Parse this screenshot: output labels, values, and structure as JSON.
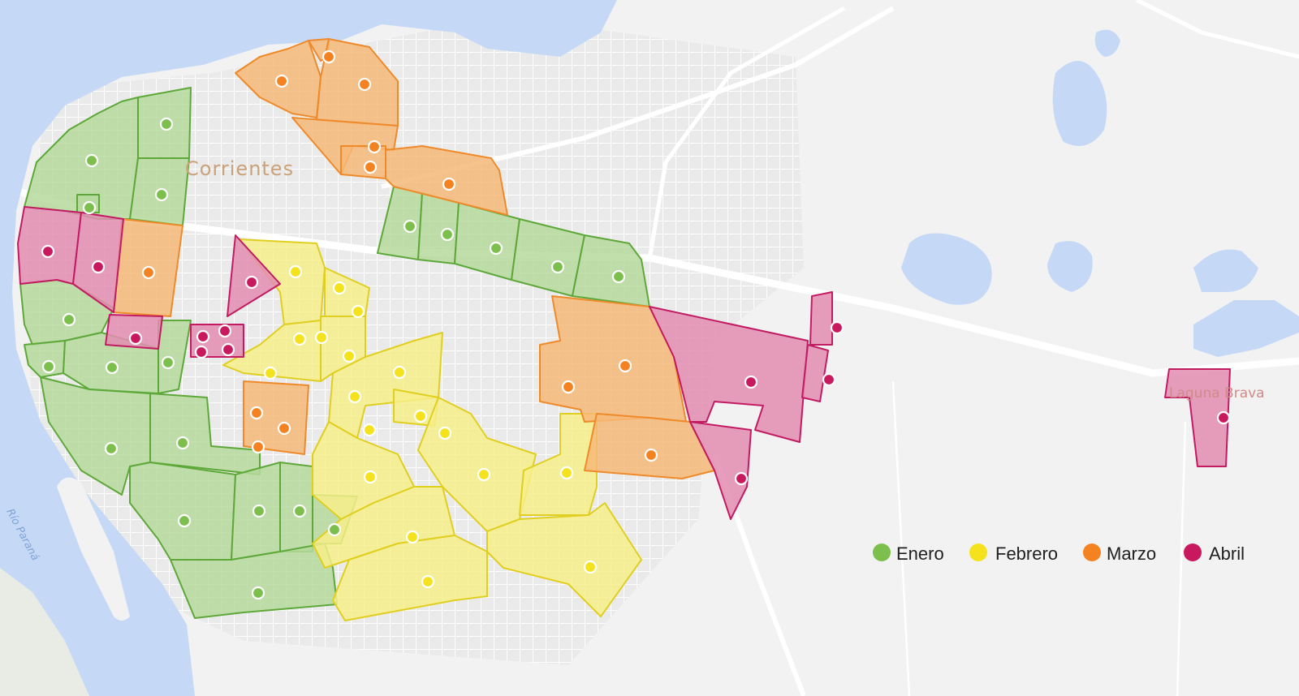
{
  "map": {
    "labels": {
      "city": "Corrientes",
      "lake": "Laguna Brava",
      "river": "Río Paraná"
    }
  },
  "legend": [
    {
      "key": "enero",
      "label": "Enero",
      "color": "#7cbf4d"
    },
    {
      "key": "febrero",
      "label": "Febrero",
      "color": "#f4e21c"
    },
    {
      "key": "marzo",
      "label": "Marzo",
      "color": "#f58220"
    },
    {
      "key": "abril",
      "label": "Abril",
      "color": "#c8185e"
    }
  ],
  "colors": {
    "enero": {
      "fill": "#b5d99c",
      "stroke": "#5ea83a",
      "dot": "#7cbf4d"
    },
    "febrero": {
      "fill": "#f7ef8a",
      "stroke": "#e0cf20",
      "dot": "#f4e21c"
    },
    "marzo": {
      "fill": "#f6b878",
      "stroke": "#ee8a2a",
      "dot": "#f58220"
    },
    "abril": {
      "fill": "#e38db2",
      "stroke": "#c21b62",
      "dot": "#c8185e"
    },
    "water": "#c5d9f7",
    "land": "#f1f1f1",
    "streets": "#ffffff"
  }
}
